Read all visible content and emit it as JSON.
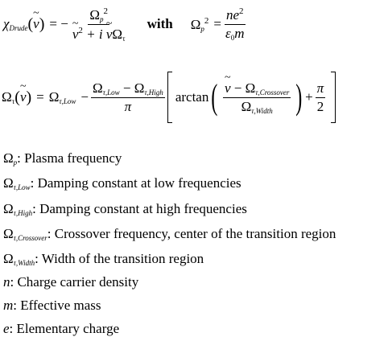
{
  "drude_equation": {
    "lhs_chi": "χ",
    "lhs_sub": "Drude",
    "lhs_arg": "ν",
    "eq_minus": "= −",
    "num_omega": "Ω",
    "num_sub": "p",
    "num_sup": "2",
    "den_nu": "ν",
    "den_sup": "2",
    "den_plus_i": "+ i",
    "den_omega": "Ω",
    "den_sub": "τ",
    "with": "with",
    "rhs_omega": "Ω",
    "rhs_sub": "p",
    "rhs_sup": "2",
    "eq": "=",
    "rhs_num": "ne",
    "rhs_num_sup": "2",
    "rhs_den_eps": "ε",
    "rhs_den_eps_sub": "0",
    "rhs_den_m": "m"
  },
  "damping_equation": {
    "lhs_omega": "Ω",
    "lhs_sub": "τ",
    "lhs_arg": "ν",
    "eq": "=",
    "low_omega": "Ω",
    "low_sub": "τ,Low",
    "minus": "−",
    "frac_num_a": "Ω",
    "frac_num_a_sub": "τ,Low",
    "frac_num_minus": "−",
    "frac_num_b": "Ω",
    "frac_num_b_sub": "τ,High",
    "frac_den": "π",
    "arctan": "arctan",
    "inner_num_nu": "ν",
    "inner_num_minus": "−",
    "inner_num_omega": "Ω",
    "inner_num_sub": "τ,Crossover",
    "inner_den_omega": "Ω",
    "inner_den_sub": "τ,Width",
    "plus": "+",
    "pi_num": "π",
    "pi_den": "2"
  },
  "legend": [
    {
      "symbol": "Ω",
      "sub": "p",
      "desc": ":  Plasma frequency"
    },
    {
      "symbol": "Ω",
      "sub": "τ,Low",
      "desc": ":  Damping constant at low frequencies"
    },
    {
      "symbol": "Ω",
      "sub": "τ,High",
      "desc": ":  Damping constant at high frequencies"
    },
    {
      "symbol": "Ω",
      "sub": "τ,Crossover",
      "desc": ":  Crossover frequency, center of the transition region"
    },
    {
      "symbol": "Ω",
      "sub": "τ,Width",
      "desc": ":  Width of the transition region"
    },
    {
      "symbol": "n",
      "sub": "",
      "desc": ":  Charge carrier density"
    },
    {
      "symbol": "m",
      "sub": "",
      "desc": ":  Effective mass"
    },
    {
      "symbol": "e",
      "sub": "",
      "desc": ":  Elementary charge"
    }
  ]
}
